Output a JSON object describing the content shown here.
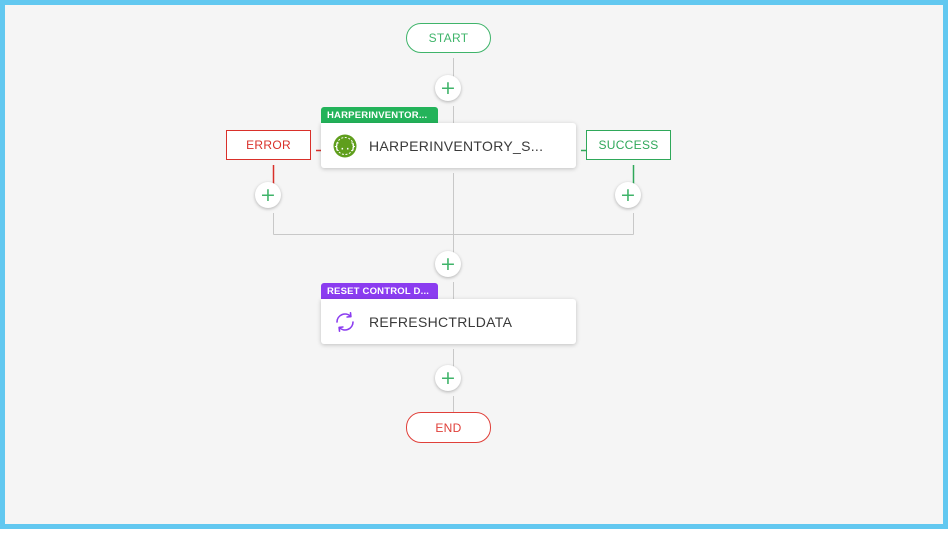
{
  "flow": {
    "start_label": "START",
    "end_label": "END",
    "add_symbol": "+",
    "steps": [
      {
        "tag": "HARPERINVENTOR...",
        "tag_color": "#23b35a",
        "label": "HARPERINVENTORY_S...",
        "icon": "api-braces-icon",
        "icon_color": "#5f9e1c"
      },
      {
        "tag": "RESET CONTROL D...",
        "tag_color": "#8b3cf0",
        "label": "REFRESHCTRLDATA",
        "icon": "refresh-icon",
        "icon_color": "#8b3cf0"
      }
    ],
    "branches": {
      "error_label": "ERROR",
      "success_label": "SUCCESS"
    }
  }
}
